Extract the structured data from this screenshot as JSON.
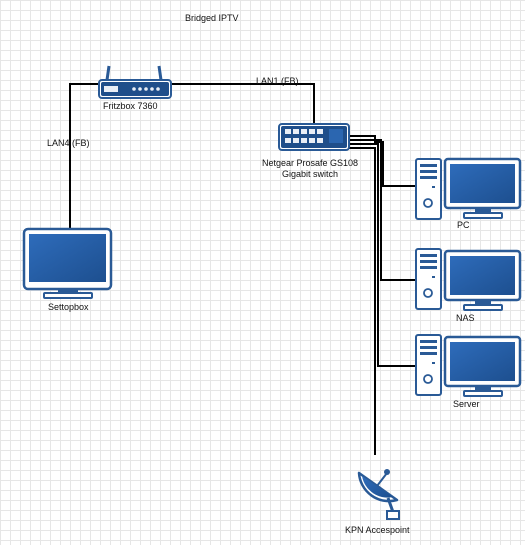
{
  "diagram": {
    "title": "Bridged IPTV",
    "nodes": {
      "router": "Fritzbox 7360",
      "switch": [
        "Netgear Prosafe GS108",
        "Gigabit switch"
      ],
      "settopbox": "Settopbox",
      "pc": "PC",
      "nas": "NAS",
      "server": "Server",
      "accesspoint": "KPN Accespoint"
    },
    "links": {
      "lan1": "LAN1 (FB)",
      "lan4": "LAN4 (FB)"
    },
    "colors": {
      "device_fill": "#1f4e8a",
      "device_stroke": "#2a5a96",
      "screen": "#2b66b0",
      "device_light": "#e9eef6",
      "line": "#000000"
    }
  }
}
